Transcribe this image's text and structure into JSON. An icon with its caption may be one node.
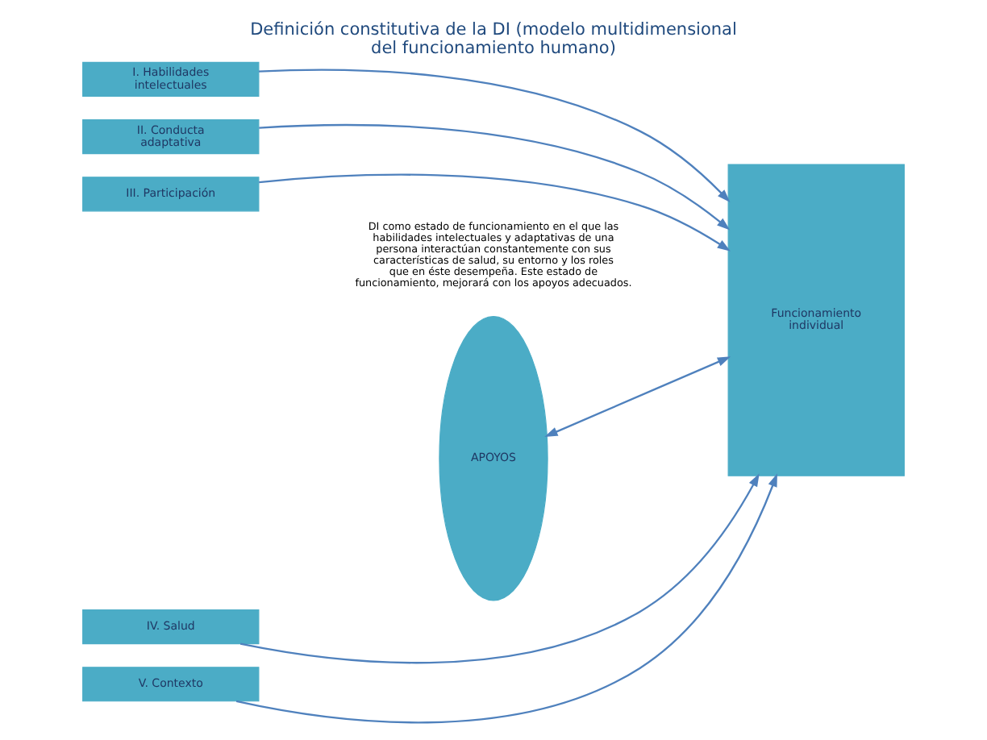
{
  "diagram": {
    "title": "Definición constitutiva de la DI (modelo multidimensional del funcionamiento humano)",
    "nodes": [
      {
        "text": [
          "I. Habilidades intelectuales"
        ]
      },
      {
        "text": [
          "II. Conducta adaptativa"
        ]
      },
      {
        "text": [
          "III. Participación"
        ]
      },
      {
        "text": [
          "IV. Salud"
        ]
      },
      {
        "text": [
          "V. Contexto"
        ]
      },
      {
        "text": [
          "APOYOS"
        ]
      },
      {
        "text": [
          "Funcionamiento individual"
        ]
      }
    ],
    "edges": [
      {
        "from": 0,
        "to": 6,
        "arrow": "to"
      },
      {
        "from": 1,
        "to": 6,
        "arrow": "to"
      },
      {
        "from": 5,
        "to": 6,
        "arrow": "both"
      },
      {
        "from": 2,
        "to": 6,
        "arrow": "to"
      },
      {
        "from": 3,
        "to": 6,
        "arrow": "to"
      },
      {
        "from": 4,
        "to": 6,
        "arrow": "to"
      }
    ],
    "labels": [
      "DI como estado de funcionamiento en el que las habilidades intelectuales y adaptativas de una persona interactúan constantemente con sus características de salud, su entorno y los roles que en éste desempeña. Este estado de funcionamiento, mejorará con los apoyos adecuados."
    ]
  }
}
